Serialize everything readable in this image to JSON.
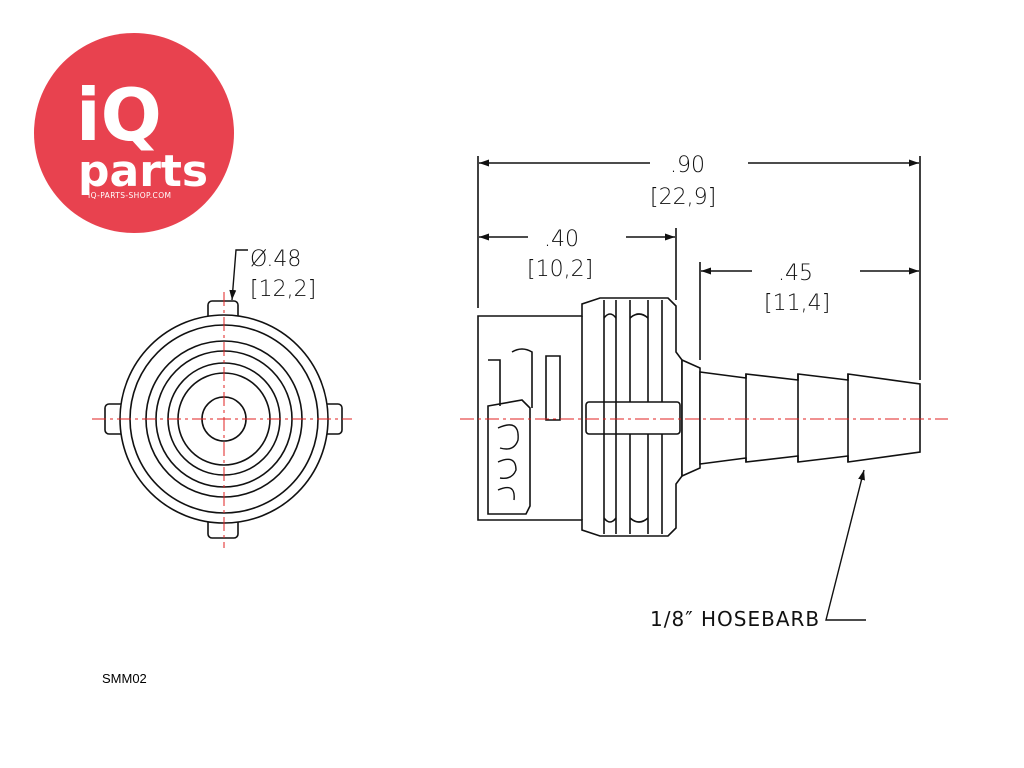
{
  "logo": {
    "iq": "iQ",
    "parts": "parts",
    "site": "IQ-PARTS-SHOP.COM",
    "brand_color": "#e8424f"
  },
  "front_view": {
    "diameter_inch": "Ø.48",
    "diameter_mm": "[12,2]"
  },
  "side_view": {
    "overall_inch": ".90",
    "overall_mm": "[22,9]",
    "body_inch": ".40",
    "body_mm": "[10,2]",
    "barb_inch": ".45",
    "barb_mm": "[11,4]",
    "note": "1/8″ HOSEBARB"
  },
  "part_code": "SMM02",
  "colors": {
    "line": "#111111",
    "centerline": "#e02020"
  }
}
